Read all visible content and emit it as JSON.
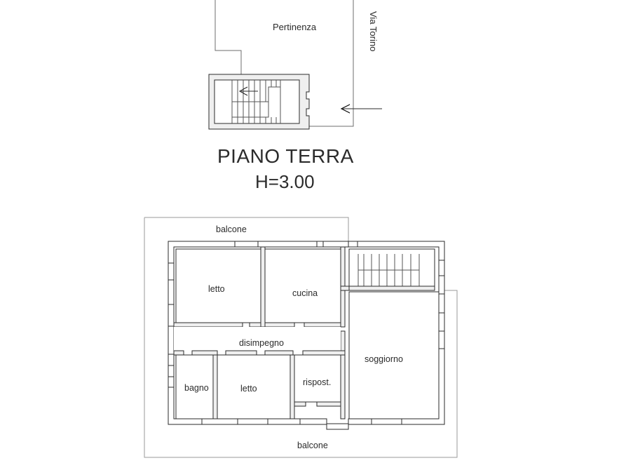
{
  "document": {
    "type": "floor-plan",
    "language": "it"
  },
  "upper_plan": {
    "name": "piano-terra",
    "title": "PIANO TERRA",
    "height_note": "H=3.00",
    "area_label": "Pertinenza",
    "street_label": "Via Torino",
    "entrance_arrow": "arrow-left",
    "stair_arrow": "arrow-left",
    "stair_steps": 9
  },
  "lower_plan": {
    "name": "piano-primo",
    "balcony_top_label": "balcone",
    "balcony_bottom_label": "balcone",
    "rooms": [
      {
        "id": "letto-1",
        "label": "letto"
      },
      {
        "id": "cucina",
        "label": "cucina"
      },
      {
        "id": "soggiorno",
        "label": "soggiorno"
      },
      {
        "id": "disimpegno",
        "label": "disimpegno"
      },
      {
        "id": "bagno",
        "label": "bagno"
      },
      {
        "id": "letto-2",
        "label": "letto"
      },
      {
        "id": "ripostiglio",
        "label": "rispost."
      }
    ],
    "stair_steps": 8
  },
  "style": {
    "line_color": "#2b2b2b",
    "wall_fill": "#f2f2f2",
    "thin_line_color": "#9a9a9a",
    "background": "#ffffff"
  }
}
